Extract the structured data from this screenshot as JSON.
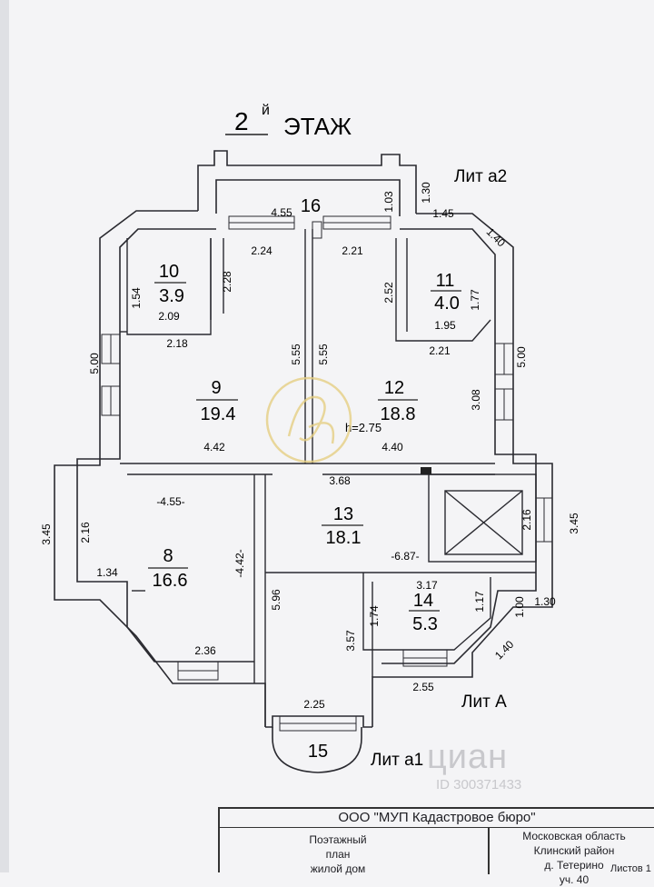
{
  "floor": {
    "number": "2",
    "superscript": "й",
    "label": "ЭТАЖ"
  },
  "liters": {
    "a2": "Лит а2",
    "a": "Лит А",
    "a1": "Лит а1"
  },
  "rooms": [
    {
      "number": "16",
      "area": ""
    },
    {
      "number": "10",
      "area": "3.9"
    },
    {
      "number": "11",
      "area": "4.0"
    },
    {
      "number": "9",
      "area": "19.4"
    },
    {
      "number": "12",
      "area": "18.8"
    },
    {
      "number": "8",
      "area": "16.6"
    },
    {
      "number": "13",
      "area": "18.1"
    },
    {
      "number": "14",
      "area": "5.3"
    },
    {
      "number": "15",
      "area": ""
    }
  ],
  "ceiling_height": "h=2.75",
  "dims": {
    "d455top": "4.55",
    "d103": "1.03",
    "d130top": "1.30",
    "d145": "1.45",
    "d140top": "1.40",
    "d224": "2.24",
    "d221top": "2.21",
    "d154": "1.54",
    "d228": "2.28",
    "d209": "2.09",
    "d218": "2.18",
    "d252": "2.52",
    "d177": "1.77",
    "d195": "1.95",
    "d221mid": "2.21",
    "d500l": "5.00",
    "d500r": "5.00",
    "d555a": "5.55",
    "d555b": "5.55",
    "d308": "3.08",
    "d442": "4.42",
    "d440": "4.40",
    "d368": "3.68",
    "d455mid": "-4.55-",
    "d345l": "3.45",
    "d216l": "2.16",
    "d134": "1.34",
    "d442v": "-4.42-",
    "d687": "-6.87-",
    "d216r": "2.16",
    "d345r": "3.45",
    "d596": "5.96",
    "d317": "3.17",
    "d174": "1.74",
    "d117": "1.17",
    "d100": "1.00",
    "d130r": "1.30",
    "d357": "3.57",
    "d140r": "1.40",
    "d236": "2.36",
    "d255": "2.55",
    "d225": "2.25"
  },
  "stamp": {
    "org": "ООО \"МУП Кадастровое бюро\"",
    "left_lines": [
      "Поэтажный",
      "план",
      "жилой дом"
    ],
    "right_lines": [
      "Московская область",
      "Клинский район",
      "д. Тетерино",
      "уч. 40"
    ],
    "sheet": "Листов 1"
  },
  "watermark": {
    "brand": "циан",
    "id": "ID 300371433"
  }
}
